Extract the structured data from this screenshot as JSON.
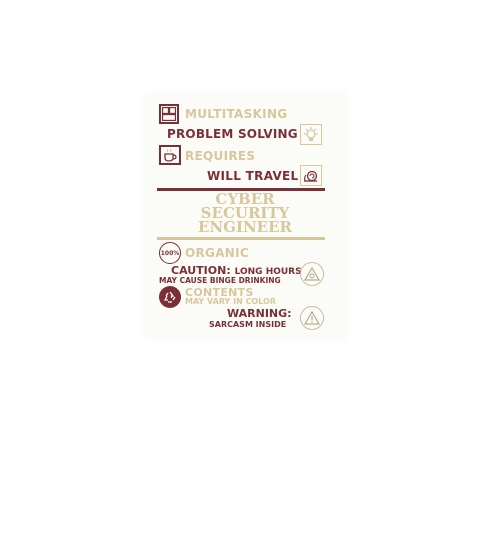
{
  "colors": {
    "maroon": "#7a2f36",
    "gold": "#d8c79a",
    "panel": "#fbfbf8"
  },
  "icons": [
    "multitask-windows-icon",
    "lightbulb-icon",
    "coffee-cup-icon",
    "snail-icon",
    "badge-100-icon",
    "triangle-alert-icon",
    "recycle-icon",
    "warning-triangle-icon"
  ],
  "lines": {
    "multitasking": "MULTITASKING",
    "problem_solving": "PROBLEM SOLVING",
    "requires": "REQUIRES",
    "will_travel": "WILL TRAVEL",
    "title_1": "CYBER",
    "title_2": "SECURITY",
    "title_3": "ENGINEER",
    "badge": "100%",
    "organic": "ORGANIC",
    "caution": "CAUTION:",
    "long_hours": "LONG HOURS",
    "binge": "MAY CAUSE BINGE DRINKING",
    "contents": "CONTENTS",
    "vary": "MAY VARY IN COLOR",
    "warning": "WARNING:",
    "sarcasm": "SARCASM INSIDE"
  }
}
